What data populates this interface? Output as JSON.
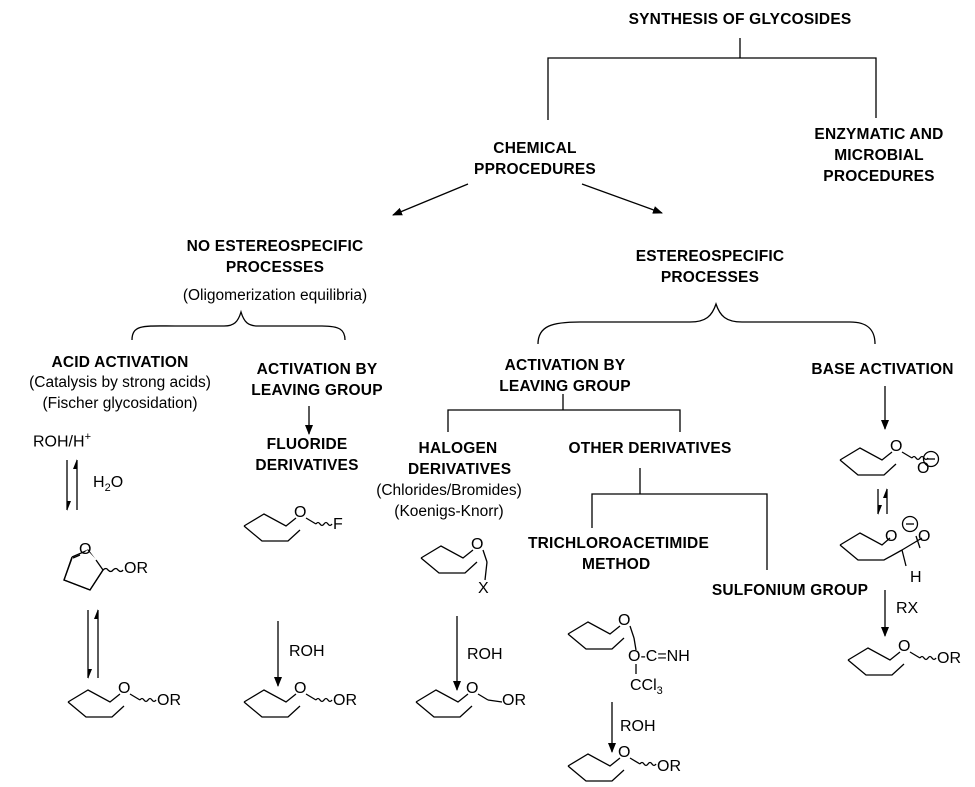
{
  "title": "SYNTHESIS OF GLYCOSIDES",
  "branches": {
    "chemical": [
      "CHEMICAL",
      "PPROCEDURES"
    ],
    "enzymatic": [
      "ENZYMATIC AND",
      "MICROBIAL",
      "PROCEDURES"
    ]
  },
  "no_stereo": {
    "title": [
      "NO ESTEREOSPECIFIC",
      "PROCESSES"
    ],
    "note": "(Oligomerization equilibria)"
  },
  "stereo": {
    "title": [
      "ESTEREOSPECIFIC",
      "PROCESSES"
    ]
  },
  "acid": {
    "title": "ACID  ACTIVATION",
    "notes": [
      "(Catalysis by strong acids)",
      "(Fischer glycosidation)"
    ],
    "reagent": "ROH/H",
    "reagent_sup": "+",
    "water": "H",
    "water_sub": "2",
    "water_tail": "O",
    "furanoside": "OR",
    "pyranoside": "OR"
  },
  "leaving_left": {
    "title": [
      "ACTIVATION BY",
      "LEAVING GROUP"
    ],
    "product_title": [
      "FLUORIDE",
      "DERIVATIVES"
    ],
    "fluoride": "F",
    "reagent": "ROH",
    "product": "OR"
  },
  "leaving_right": {
    "title": [
      "ACTIVATION  BY",
      "LEAVING  GROUP"
    ]
  },
  "halogen": {
    "title": [
      "HALOGEN",
      "DERIVATIVES"
    ],
    "notes": [
      "(Chlorides/Bromides)",
      "(Koenigs-Knorr)"
    ],
    "x_label": "X",
    "reagent": "ROH",
    "product": "OR"
  },
  "other": {
    "title": "OTHER  DERIVATIVES",
    "trichloro_title": [
      "TRICHLOROACETIMIDE",
      "METHOD"
    ],
    "sulfonium_title": "SULFONIUM  GROUP",
    "imidate": "O-C=NH",
    "ccl3": "CCl",
    "ccl3_sub": "3",
    "reagent": "ROH",
    "product": "OR"
  },
  "base": {
    "title": "BASE  ACTIVATION",
    "reagent": "RX",
    "product": "OR",
    "hemi_o": "O",
    "h": "H"
  },
  "ring_o": "O"
}
